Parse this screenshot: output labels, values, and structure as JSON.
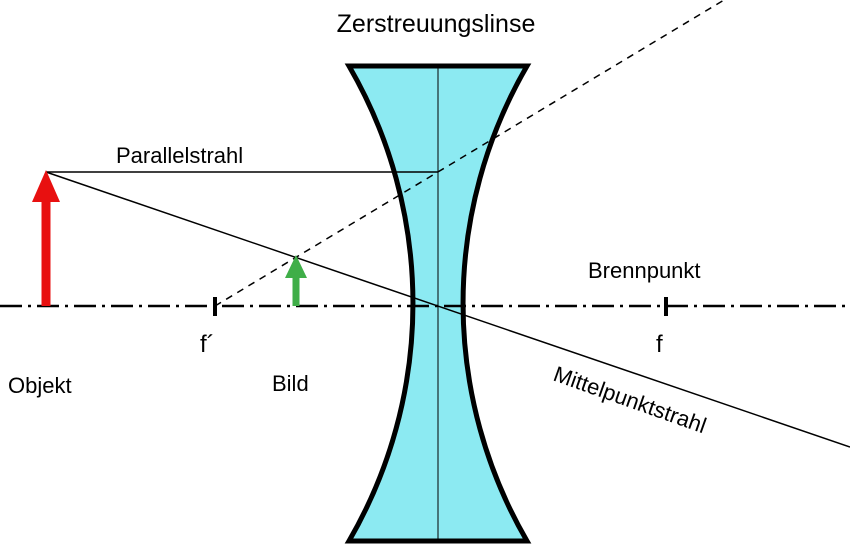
{
  "diagram": {
    "title": "Zerstreuungslinse",
    "labels": {
      "parallel_ray": "Parallelstrahl",
      "focal_point": "Brennpunkt",
      "object": "Objekt",
      "image": "Bild",
      "center_ray": "Mittelpunktstrahl",
      "focal_left": "f´",
      "focal_right": "f"
    },
    "colors": {
      "lens_fill": "#8ceaf2",
      "lens_outline": "#000000",
      "object_arrow": "#e81010",
      "image_arrow": "#3fae48",
      "line": "#000000",
      "background": "#ffffff"
    }
  }
}
